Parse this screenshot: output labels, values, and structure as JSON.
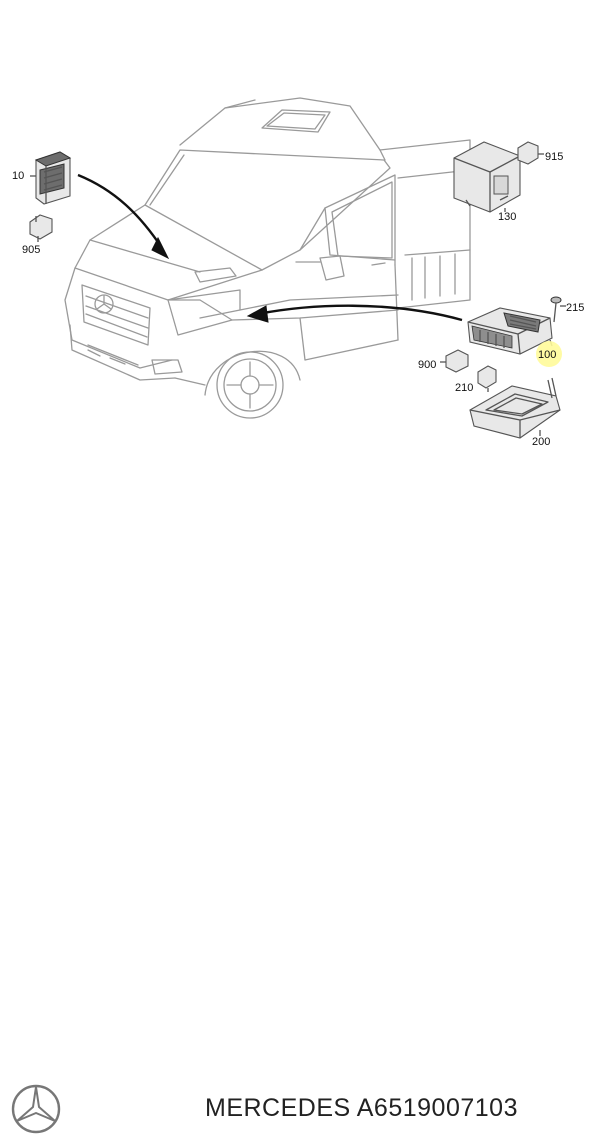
{
  "diagram": {
    "callouts": [
      {
        "id": "10",
        "label": "10"
      },
      {
        "id": "905",
        "label": "905"
      },
      {
        "id": "915",
        "label": "915"
      },
      {
        "id": "130",
        "label": "130"
      },
      {
        "id": "215",
        "label": "215"
      },
      {
        "id": "100",
        "label": "100",
        "highlight": "#fffb9a"
      },
      {
        "id": "900",
        "label": "900"
      },
      {
        "id": "210",
        "label": "210"
      },
      {
        "id": "200",
        "label": "200"
      }
    ]
  },
  "footer": {
    "brand_part": "MERCEDES A6519007103",
    "logo_icon": "mercedes-star-icon"
  }
}
